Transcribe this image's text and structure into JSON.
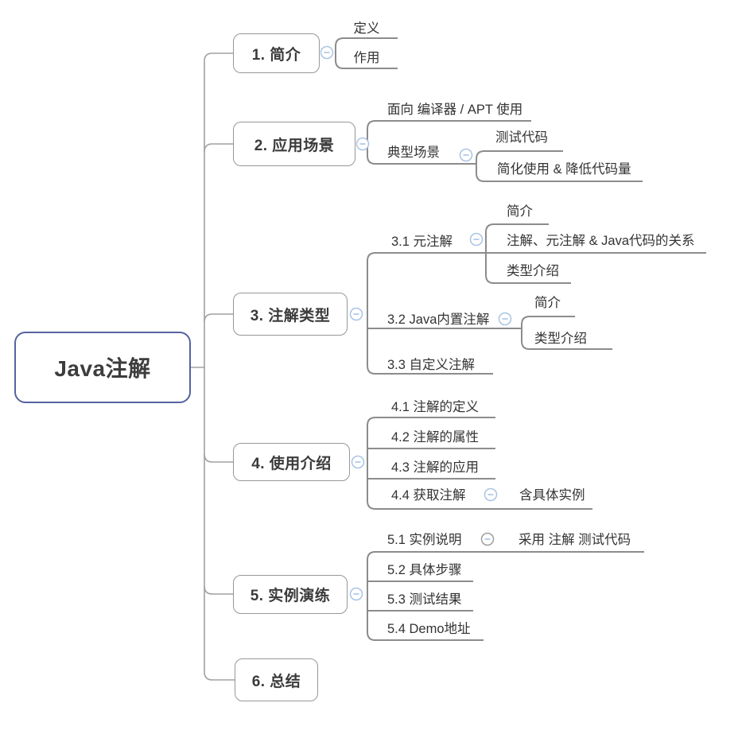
{
  "root": {
    "label": "Java注解"
  },
  "branches": [
    {
      "label": "1. 简介",
      "children": [
        {
          "label": "定义"
        },
        {
          "label": "作用"
        }
      ]
    },
    {
      "label": "2. 应用场景",
      "children": [
        {
          "label": "面向 编译器 /  APT 使用"
        },
        {
          "label": "典型场景",
          "children": [
            {
              "label": "测试代码"
            },
            {
              "label": "简化使用 & 降低代码量"
            }
          ]
        }
      ]
    },
    {
      "label": "3. 注解类型",
      "children": [
        {
          "label": "3.1 元注解",
          "children": [
            {
              "label": "简介"
            },
            {
              "label": "注解、元注解 & Java代码的关系"
            },
            {
              "label": "类型介绍"
            }
          ]
        },
        {
          "label": "3.2 Java内置注解",
          "children": [
            {
              "label": "简介"
            },
            {
              "label": "类型介绍"
            }
          ]
        },
        {
          "label": "3.3 自定义注解"
        }
      ]
    },
    {
      "label": "4. 使用介绍",
      "children": [
        {
          "label": "4.1 注解的定义"
        },
        {
          "label": "4.2 注解的属性"
        },
        {
          "label": "4.3 注解的应用"
        },
        {
          "label": "4.4 获取注解",
          "children": [
            {
              "label": "含具体实例"
            }
          ]
        }
      ]
    },
    {
      "label": "5. 实例演练",
      "children": [
        {
          "label": "5.1 实例说明",
          "children": [
            {
              "label": "采用 注解 测试代码"
            }
          ]
        },
        {
          "label": "5.2 具体步骤"
        },
        {
          "label": "5.3 测试结果"
        },
        {
          "label": "5.4 Demo地址"
        }
      ]
    },
    {
      "label": "6. 总结"
    }
  ],
  "colors": {
    "root_border": "#5563a0",
    "branch_border": "#979797",
    "wire": "#a0a0a0",
    "underline": "#8c8c8c",
    "collapse_blue": "#a9c4e4",
    "collapse_gray": "#9e9e9e",
    "text": "#3b3b3b"
  },
  "icons": {
    "collapse": "minus-circle-icon"
  }
}
